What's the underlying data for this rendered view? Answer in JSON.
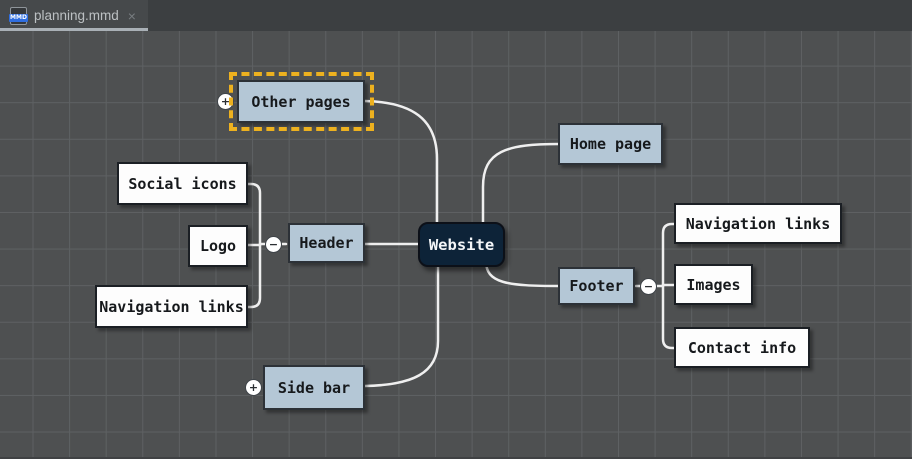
{
  "window": {
    "tab": {
      "title": "planning.mmd",
      "icon": "MMD",
      "close_glyph": "×"
    }
  },
  "palette": {
    "canvas_bg": "#4e5051",
    "grid_line": "#5e6163",
    "branch_node_fill": "#b4c7d6",
    "leaf_node_fill": "#fdfdfd",
    "root_node_fill": "#0d2338",
    "edge_stroke": "#efefef",
    "selection_dash": "#edb11f",
    "tab_underline": "#a9b0b6"
  },
  "mindmap": {
    "root": {
      "label": "Website"
    },
    "branches": {
      "other_pages": {
        "label": "Other pages",
        "toggle": "+",
        "selected": true
      },
      "home_page": {
        "label": "Home page"
      },
      "header": {
        "label": "Header",
        "toggle": "−",
        "children": {
          "social_icons": {
            "label": "Social icons"
          },
          "logo": {
            "label": "Logo"
          },
          "navigation_links": {
            "label": "Navigation links"
          }
        }
      },
      "footer": {
        "label": "Footer",
        "toggle": "−",
        "children": {
          "navigation_links": {
            "label": "Navigation links"
          },
          "images": {
            "label": "Images"
          },
          "contact_info": {
            "label": "Contact info"
          }
        }
      },
      "side_bar": {
        "label": "Side bar",
        "toggle": "+"
      }
    }
  }
}
